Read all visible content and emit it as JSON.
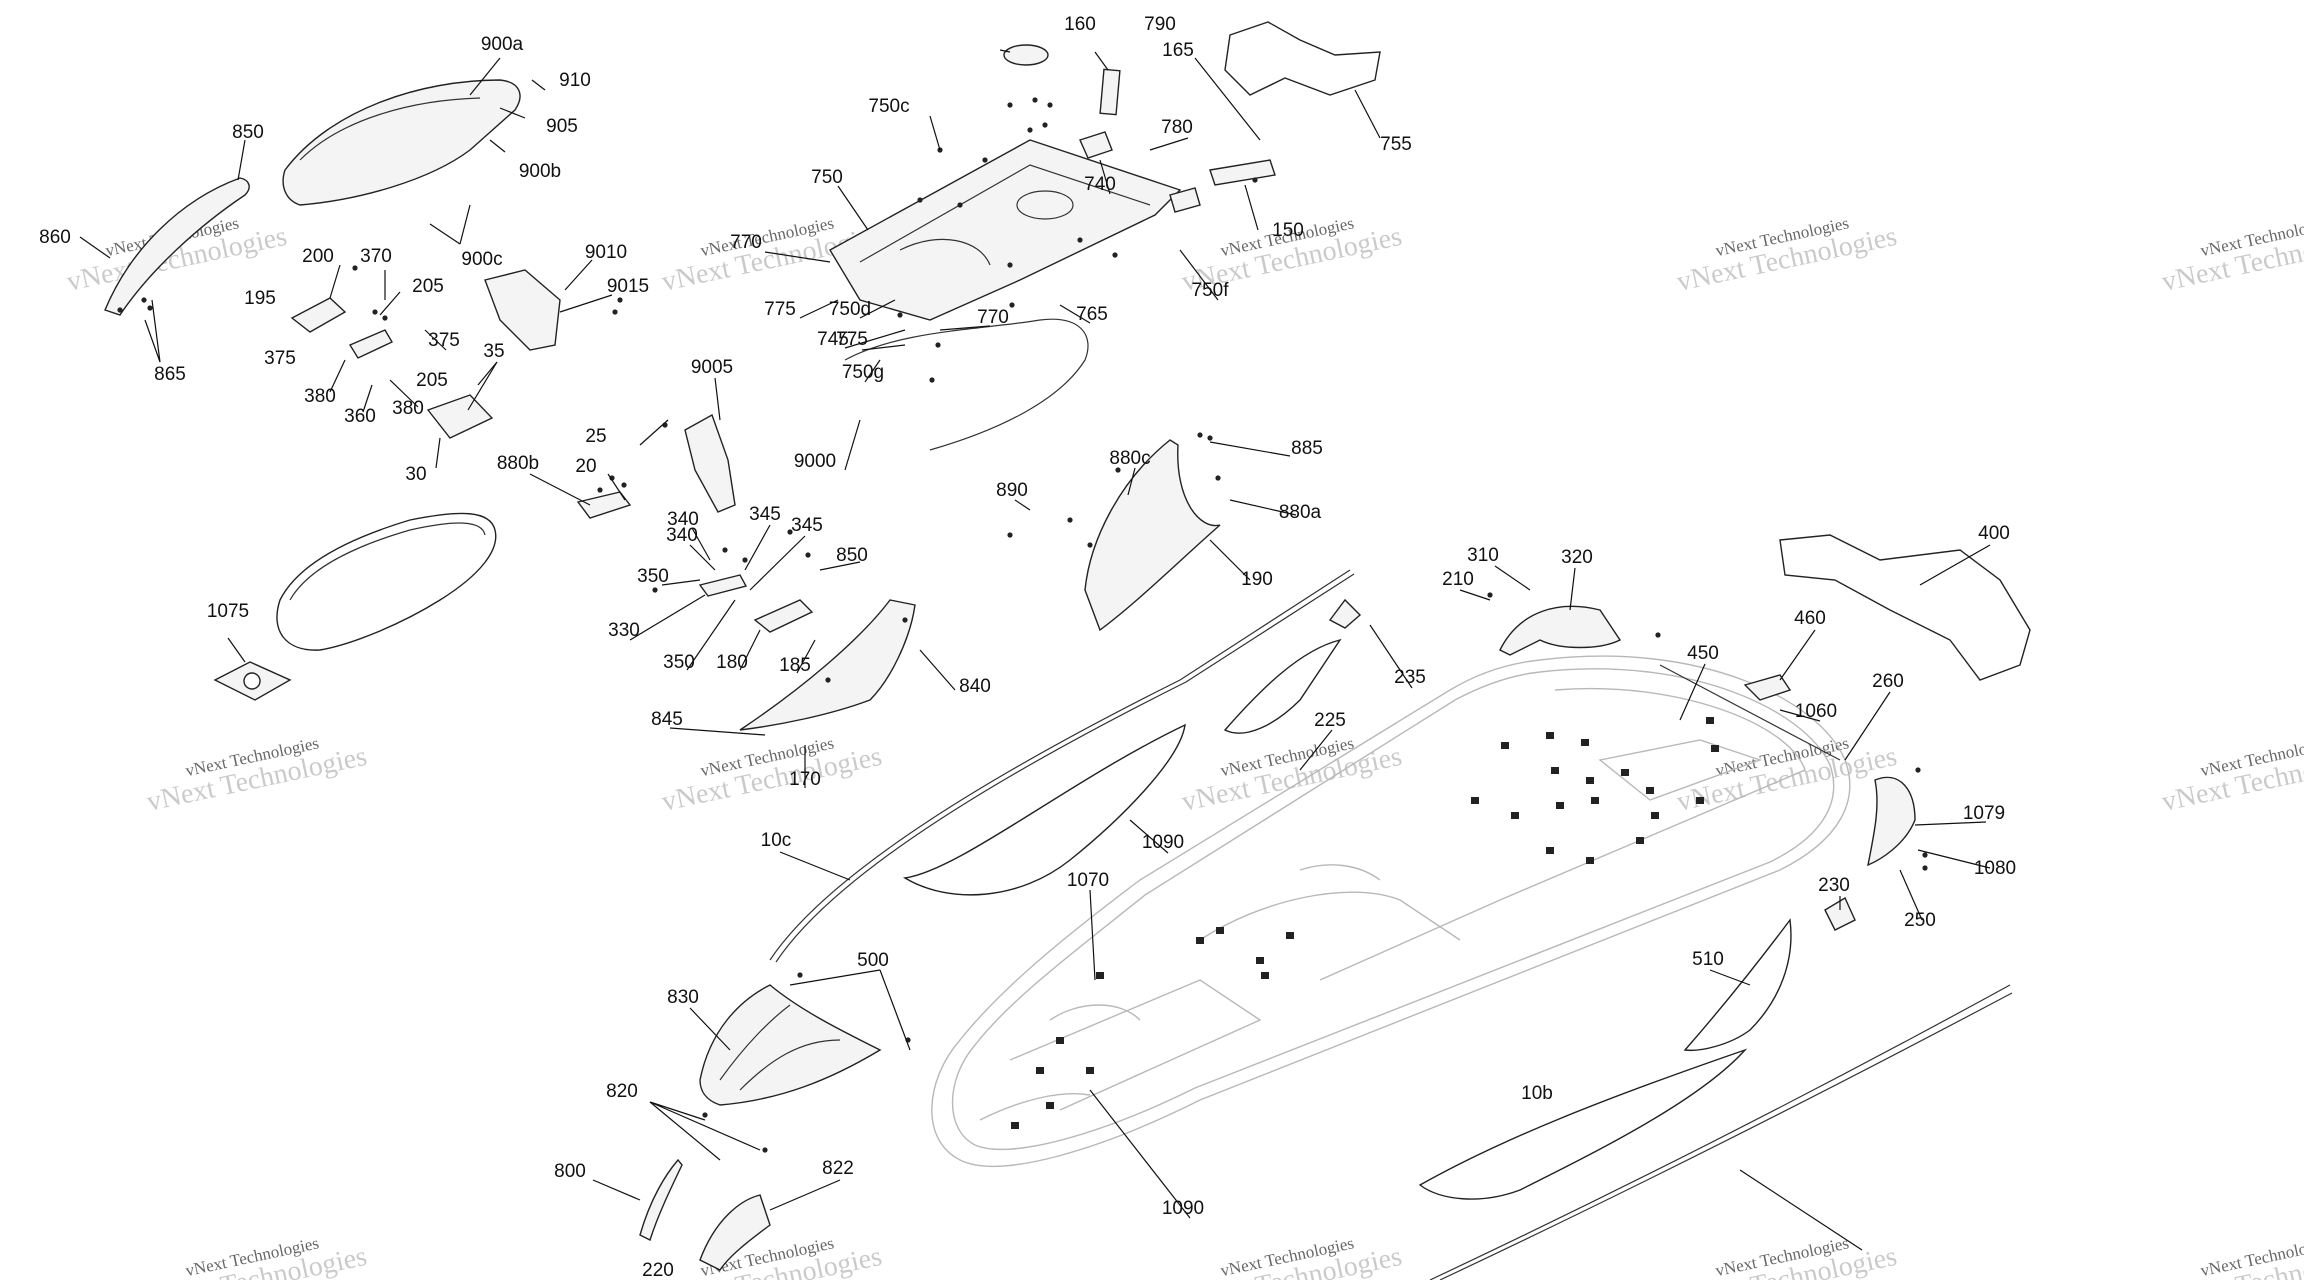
{
  "diagram": {
    "watermark_line1": "vNext Technologies",
    "watermark_line2": "vNext Technologies",
    "labels": [
      "790",
      "160",
      "165",
      "900a",
      "910",
      "905",
      "900b",
      "900c",
      "850",
      "860",
      "865",
      "200",
      "370",
      "205",
      "195",
      "375",
      "375",
      "380",
      "360",
      "380",
      "205",
      "35",
      "30",
      "9010",
      "9015",
      "750c",
      "750",
      "780",
      "740",
      "150",
      "755",
      "770",
      "775",
      "750d",
      "770",
      "745",
      "765",
      "750f",
      "775",
      "750g",
      "9000",
      "9005",
      "25",
      "20",
      "880b",
      "880c",
      "890",
      "885",
      "880a",
      "190",
      "340",
      "345",
      "340",
      "345",
      "350",
      "330",
      "350",
      "180",
      "185",
      "850",
      "840",
      "845",
      "170",
      "1075",
      "320",
      "310",
      "210",
      "400",
      "460",
      "450",
      "1060",
      "260",
      "235",
      "225",
      "1090",
      "10c",
      "1070",
      "1079",
      "1080",
      "250",
      "230",
      "510",
      "500",
      "830",
      "820",
      "800",
      "822",
      "220",
      "10b",
      "1090"
    ]
  }
}
